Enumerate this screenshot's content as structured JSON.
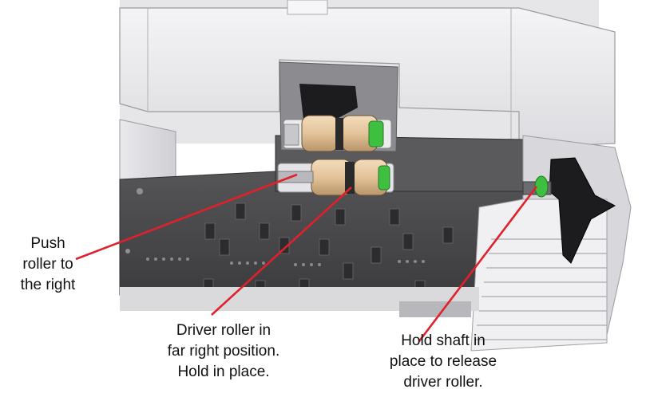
{
  "callouts": {
    "push_roller": [
      "Push",
      "roller to",
      "the right"
    ],
    "driver_roller": [
      "Driver roller in",
      "far right position.",
      "Hold in place."
    ],
    "hold_shaft": [
      "Hold shaft in",
      "place to release",
      "driver roller."
    ]
  },
  "colors": {
    "leader_line": "#e0202a",
    "roller_tan": "#e3c39a",
    "roller_green": "#3fbf3f",
    "plate_dark": "#4a4a4a",
    "housing_light": "#ececee"
  }
}
